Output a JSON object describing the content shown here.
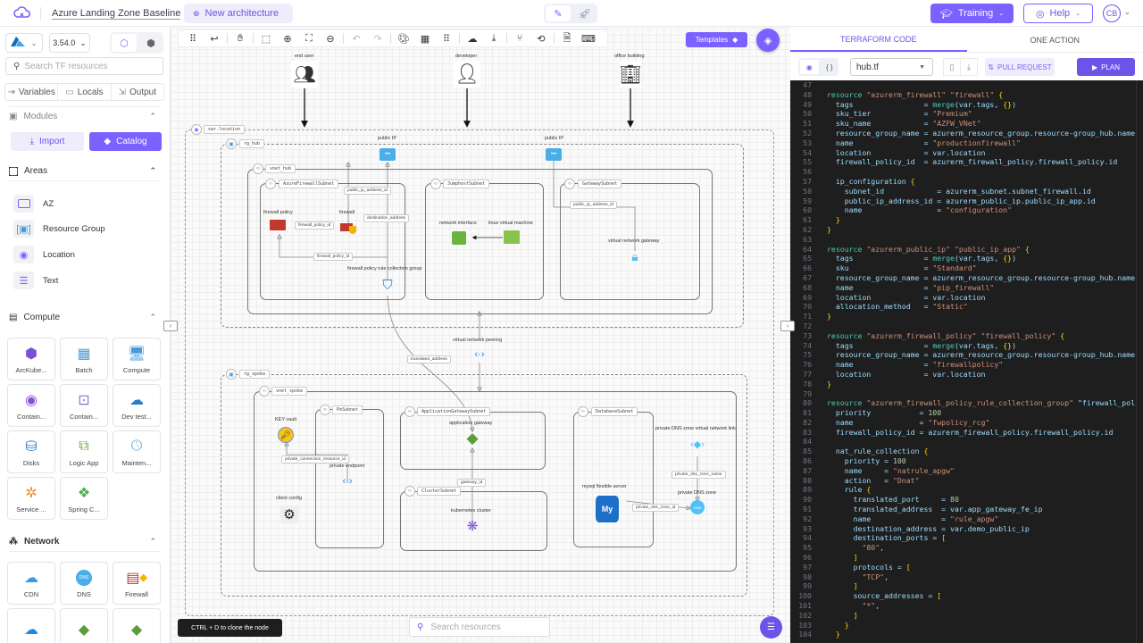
{
  "topbar": {
    "logo_icon": "cloud-logo-icon",
    "project_name": "Azure Landing Zone Baseline",
    "new_architecture": "New architecture",
    "mode_icons": [
      "pen-icon",
      "rocket-icon"
    ],
    "training": "Training",
    "help": "Help",
    "avatar": "CB"
  },
  "sidebar": {
    "provider_icon": "azure-icon",
    "version": "3.54.0",
    "search_placeholder": "Search TF resources",
    "tabs": [
      "Variables",
      "Locals",
      "Output"
    ],
    "modules": {
      "title": "Modules",
      "import": "Import",
      "catalog": "Catalog"
    },
    "areas": {
      "title": "Areas",
      "items": [
        "AZ",
        "Resource Group",
        "Location",
        "Text"
      ]
    },
    "compute": {
      "title": "Compute",
      "items": [
        "ArcKube...",
        "Batch",
        "Compute",
        "Contain...",
        "Contain...",
        "Dev test...",
        "Disks",
        "Logic App",
        "Mainten...",
        "Service ...",
        "Spring C..."
      ]
    },
    "network": {
      "title": "Network",
      "items": [
        "CDN",
        "DNS",
        "Firewall",
        "",
        "",
        ""
      ]
    }
  },
  "canvas": {
    "toolbar_icons": [
      "drag-handle-icon",
      "return-icon",
      "hand-icon",
      "grid-select-icon",
      "zoom-in-icon",
      "fit-screen-icon",
      "zoom-out-icon",
      "undo-icon",
      "redo-icon",
      "palette-icon",
      "table-icon",
      "dots-grid-icon",
      "cloud-upload-icon",
      "download-icon",
      "branch-icon",
      "history-icon",
      "document-icon",
      "keyboard-icon"
    ],
    "templates": "Templates",
    "external": [
      "end user",
      "developer",
      "office building"
    ],
    "areas": {
      "location": "var.location",
      "rg_hub": "rg_hub",
      "vnet_hub": "vnet_hub",
      "fw_subnet": "AzureFirewallSubnet",
      "jump_subnet": "JumphostSubnet",
      "gw_subnet": "GatewaySubnet",
      "rg_spoke": "rg_spoke",
      "vnet_spoke": "vnet_spoke",
      "pe_subnet": "PeSubnet",
      "agw_subnet": "ApplicationGatewaySubnet",
      "cluster_subnet": "ClusterSubnet",
      "db_subnet": "DatabaseSubnet"
    },
    "nodes": {
      "public_ip_1": "public IP",
      "public_ip_2": "public IP",
      "firewall_policy": "firewall policy",
      "firewall": "firewall",
      "rcg": "firewall policy rule collection group",
      "nic": "network interface",
      "vm": "linux virtual machine",
      "vng": "virtual network gateway",
      "peering": "virtual network peering",
      "keyvault": "KEY vault",
      "pe": "private endpoint",
      "client_config": "client config",
      "agw": "application gateway",
      "aks": "kubernetes cluster",
      "mysql": "mysql flexible server",
      "dns_link": "private DNS zone virtual network link",
      "dns_zone": "private DNS zone"
    },
    "edges": {
      "pip_id_1": "public_ip_address_id",
      "dest_addr": "destination_address",
      "fp_id_1": "firewall_policy_id",
      "fp_id_2": "firewall_policy_id",
      "pip_id_2": "public_ip_address_id",
      "translated": "translated_address",
      "pcr_id": "private_connection_resource_id",
      "gateway_id": "gateway_id",
      "dns_zone_name": "private_dns_zone_name",
      "dns_zone_id": "private_dns_zone_id"
    },
    "tip": "CTRL + D to clone the node",
    "search_placeholder": "Search resources"
  },
  "right_panel": {
    "tabs": [
      "TERRAFORM CODE",
      "ONE ACTION"
    ],
    "active_tab": "TERRAFORM CODE",
    "file": "hub.tf",
    "pull_request": "PULL REQUEST",
    "plan": "PLAN",
    "code_lines": [
      {
        "n": "47",
        "t": ""
      },
      {
        "n": "48",
        "t": "resource \"azurerm_firewall\" \"firewall\" {"
      },
      {
        "n": "49",
        "t": "  tags                = merge(var.tags, {})"
      },
      {
        "n": "50",
        "t": "  sku_tier            = \"Premium\""
      },
      {
        "n": "51",
        "t": "  sku_name            = \"AZFW_VNet\""
      },
      {
        "n": "52",
        "t": "  resource_group_name = azurerm_resource_group.resource-group_hub.name"
      },
      {
        "n": "53",
        "t": "  name                = \"productionfirewall\""
      },
      {
        "n": "54",
        "t": "  location            = var.location"
      },
      {
        "n": "55",
        "t": "  firewall_policy_id  = azurerm_firewall_policy.firewall_policy.id"
      },
      {
        "n": "56",
        "t": ""
      },
      {
        "n": "57",
        "t": "  ip_configuration {"
      },
      {
        "n": "58",
        "t": "    subnet_id            = azurerm_subnet.subnet_firewall.id"
      },
      {
        "n": "59",
        "t": "    public_ip_address_id = azurerm_public_ip.public_ip_app.id"
      },
      {
        "n": "60",
        "t": "    name                 = \"configuration\""
      },
      {
        "n": "61",
        "t": "  }"
      },
      {
        "n": "62",
        "t": "}"
      },
      {
        "n": "63",
        "t": ""
      },
      {
        "n": "64",
        "t": "resource \"azurerm_public_ip\" \"public_ip_app\" {"
      },
      {
        "n": "65",
        "t": "  tags                = merge(var.tags, {})"
      },
      {
        "n": "66",
        "t": "  sku                 = \"Standard\""
      },
      {
        "n": "67",
        "t": "  resource_group_name = azurerm_resource_group.resource-group_hub.name"
      },
      {
        "n": "68",
        "t": "  name                = \"pip_firewall\""
      },
      {
        "n": "69",
        "t": "  location            = var.location"
      },
      {
        "n": "70",
        "t": "  allocation_method   = \"Static\""
      },
      {
        "n": "71",
        "t": "}"
      },
      {
        "n": "72",
        "t": ""
      },
      {
        "n": "73",
        "t": "resource \"azurerm_firewall_policy\" \"firewall_policy\" {"
      },
      {
        "n": "74",
        "t": "  tags                = merge(var.tags, {})"
      },
      {
        "n": "75",
        "t": "  resource_group_name = azurerm_resource_group.resource-group_hub.name"
      },
      {
        "n": "76",
        "t": "  name                = \"firewallpolicy\""
      },
      {
        "n": "77",
        "t": "  location            = var.location"
      },
      {
        "n": "78",
        "t": "}"
      },
      {
        "n": "79",
        "t": ""
      },
      {
        "n": "80",
        "t": "resource \"azurerm_firewall_policy_rule_collection_group\" \"firewall_policy_"
      },
      {
        "n": "81",
        "t": "  priority           = 100"
      },
      {
        "n": "82",
        "t": "  name               = \"fwpolicy_rcg\""
      },
      {
        "n": "83",
        "t": "  firewall_policy_id = azurerm_firewall_policy.firewall_policy.id"
      },
      {
        "n": "84",
        "t": ""
      },
      {
        "n": "85",
        "t": "  nat_rule_collection {"
      },
      {
        "n": "86",
        "t": "    priority = 100"
      },
      {
        "n": "87",
        "t": "    name     = \"natrule_apgw\""
      },
      {
        "n": "88",
        "t": "    action   = \"Dnat\""
      },
      {
        "n": "89",
        "t": "    rule {"
      },
      {
        "n": "90",
        "t": "      translated_port     = 80"
      },
      {
        "n": "91",
        "t": "      translated_address  = var.app_gateway_fe_ip"
      },
      {
        "n": "92",
        "t": "      name                = \"rule_apgw\""
      },
      {
        "n": "93",
        "t": "      destination_address = var.demo_public_ip"
      },
      {
        "n": "94",
        "t": "      destination_ports = ["
      },
      {
        "n": "95",
        "t": "        \"80\","
      },
      {
        "n": "96",
        "t": "      ]"
      },
      {
        "n": "97",
        "t": "      protocols = ["
      },
      {
        "n": "98",
        "t": "        \"TCP\","
      },
      {
        "n": "99",
        "t": "      ]"
      },
      {
        "n": "100",
        "t": "      source_addresses = ["
      },
      {
        "n": "101",
        "t": "        \"*\","
      },
      {
        "n": "102",
        "t": "      ]"
      },
      {
        "n": "103",
        "t": "    }"
      },
      {
        "n": "104",
        "t": "  }"
      }
    ]
  },
  "colors": {
    "accent": "#7b61ff",
    "code_bg": "#1e1e1e"
  }
}
